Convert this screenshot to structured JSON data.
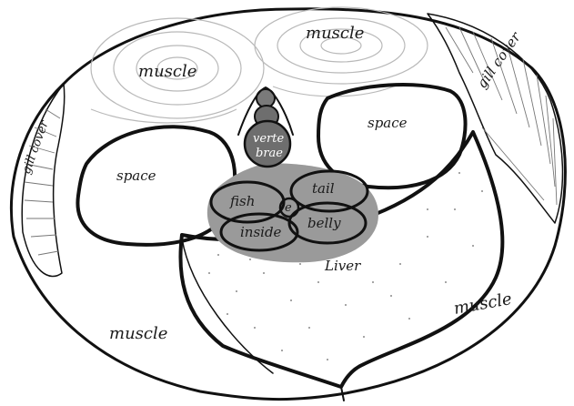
{
  "labels": {
    "muscle_top_left": "muscle",
    "muscle_top_right": "muscle",
    "muscle_bottom_left": "muscle",
    "muscle_bottom_right": "muscle",
    "gill_cover_left": "gill cover",
    "gill_cover_right": "gill cover",
    "space_left": "space",
    "space_right": "space",
    "vertebrae_line1": "verte",
    "vertebrae_line2": "brae",
    "fish": "fish",
    "tail": "tail",
    "inside": "inside",
    "belly": "belly",
    "center": "e",
    "liver": "Liver"
  },
  "colors": {
    "ink": "#111111",
    "paper": "#ffffff",
    "shadow_gray": "#9a9a9a",
    "vertebra_gray": "#6e6e6e"
  }
}
